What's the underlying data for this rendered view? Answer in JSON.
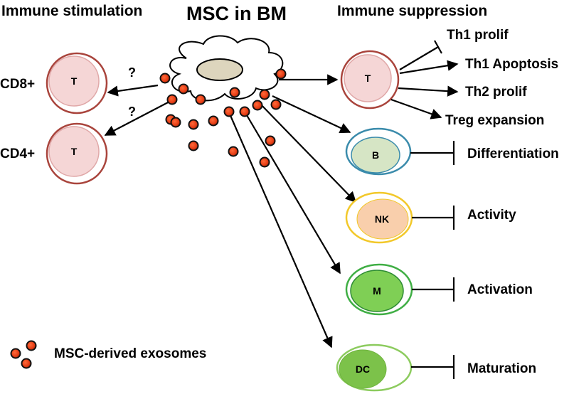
{
  "headers": {
    "left": "Immune stimulation",
    "center": "MSC  in BM",
    "right": "Immune suppression"
  },
  "left_cells": [
    {
      "side_label": "CD8+",
      "cell": "T",
      "question": "?"
    },
    {
      "side_label": "CD4+",
      "cell": "T",
      "question": "?"
    }
  ],
  "t_cell_outputs": [
    {
      "label": "Th1 prolif",
      "effect": "inhibit"
    },
    {
      "label": "Th1 Apoptosis",
      "effect": "promote"
    },
    {
      "label": "Th2 prolif",
      "effect": "promote"
    },
    {
      "label": "Treg expansion",
      "effect": "promote"
    }
  ],
  "right_t_cell": {
    "label": "T"
  },
  "target_cells": [
    {
      "label": "B",
      "outcome": "Differentiation",
      "effect": "inhibit",
      "ring": "#3a8bab",
      "fill": "#d6e5c5"
    },
    {
      "label": "NK",
      "outcome": "Activity",
      "effect": "inhibit",
      "ring": "#f2c82a",
      "fill": "#f9cfac"
    },
    {
      "label": "M",
      "outcome": "Activation",
      "effect": "inhibit",
      "ring": "#3fae44",
      "fill": "#7fcf55"
    },
    {
      "label": "DC",
      "outcome": "Maturation",
      "effect": "inhibit",
      "ring": "#8ccb5e",
      "fill": "#7cc24a"
    }
  ],
  "legend": {
    "label": "MSC-derived exosomes"
  },
  "colors": {
    "t_cell_ring": "#a9443c",
    "t_cell_fill": "#f5d6d6",
    "exosome": "#e63d15",
    "msc_nucleus": "#ddd5bd"
  }
}
